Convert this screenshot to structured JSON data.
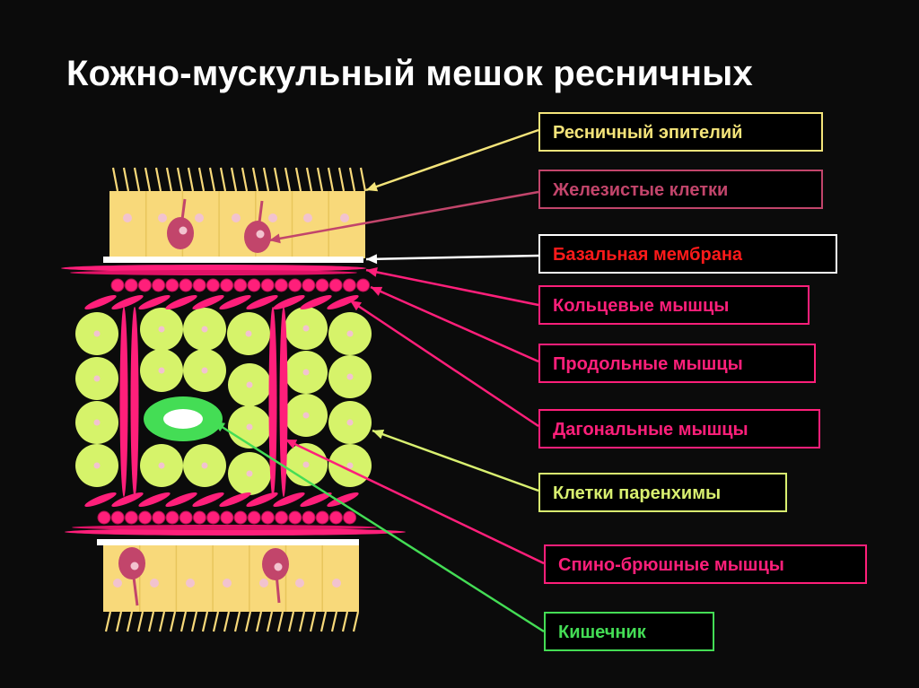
{
  "title": "Кожно-мускульный мешок ресничных",
  "labels": [
    {
      "id": "ciliated-epithelium",
      "text": "Ресничный эпителий",
      "color": "#f4e47a"
    },
    {
      "id": "glandular-cells",
      "text": "Железистые клетки",
      "color": "#c2456b"
    },
    {
      "id": "basal-membrane",
      "text": "Базальная мембрана",
      "text_color": "#ff1a1a",
      "color": "#ffffff"
    },
    {
      "id": "circular-muscles",
      "text": "Кольцевые мышцы",
      "color": "#ff1f7a"
    },
    {
      "id": "longitudinal-muscles",
      "text": "Продольные мышцы",
      "color": "#ff1f7a"
    },
    {
      "id": "diagonal-muscles",
      "text": "Дагональные мышцы",
      "color": "#ff1f7a"
    },
    {
      "id": "parenchyma-cells",
      "text": "Клетки паренхимы",
      "color": "#d9f070"
    },
    {
      "id": "dorsoventral-muscles",
      "text": "Спино-брюшные мышцы",
      "color": "#ff1f7a"
    },
    {
      "id": "intestine",
      "text": "Кишечник",
      "color": "#44dd55"
    }
  ],
  "colors": {
    "background": "#0b0b0b",
    "epithelium": "#f8d97a",
    "nucleus": "#f2c3cf",
    "gland": "#c2456b",
    "membrane": "#ffffff",
    "muscle": "#ff1f7a",
    "parenchyma": "#d6f36a",
    "intestine": "#44dd55"
  }
}
